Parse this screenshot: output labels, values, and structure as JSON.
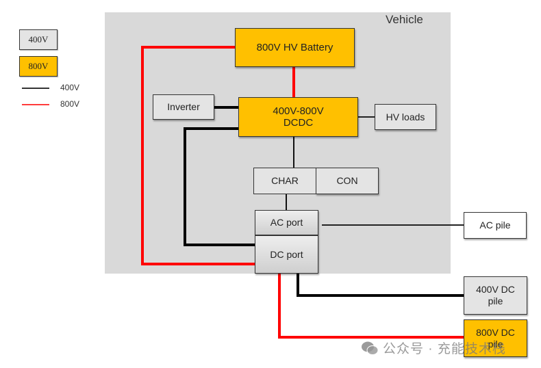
{
  "legend": {
    "box_400v": "400V",
    "box_800v": "800V",
    "line_400v": "400V",
    "line_800v": "800V"
  },
  "colors": {
    "hv_800v": "#ff0000",
    "lv_400v": "#000000",
    "orange_fill": "#ffc000",
    "grey_fill": "#e4e4e4",
    "vehicle_bg": "#d9d9d9"
  },
  "vehicle": {
    "label": "Vehicle"
  },
  "blocks": {
    "battery": "800V HV Battery",
    "inverter": "Inverter",
    "dcdc_line1": "400V-800V",
    "dcdc_line2": "DCDC",
    "hv_loads": "HV loads",
    "char": "CHAR",
    "con": "CON",
    "ac_port": "AC port",
    "dc_port": "DC port",
    "ac_pile": "AC pile",
    "dc400_line1": "400V DC",
    "dc400_line2": "pile",
    "dc800_line1": "800V DC",
    "dc800_line2": "pile"
  },
  "watermark": {
    "icon": "wechat-icon",
    "text": "公众号 · 充能技术栈"
  }
}
